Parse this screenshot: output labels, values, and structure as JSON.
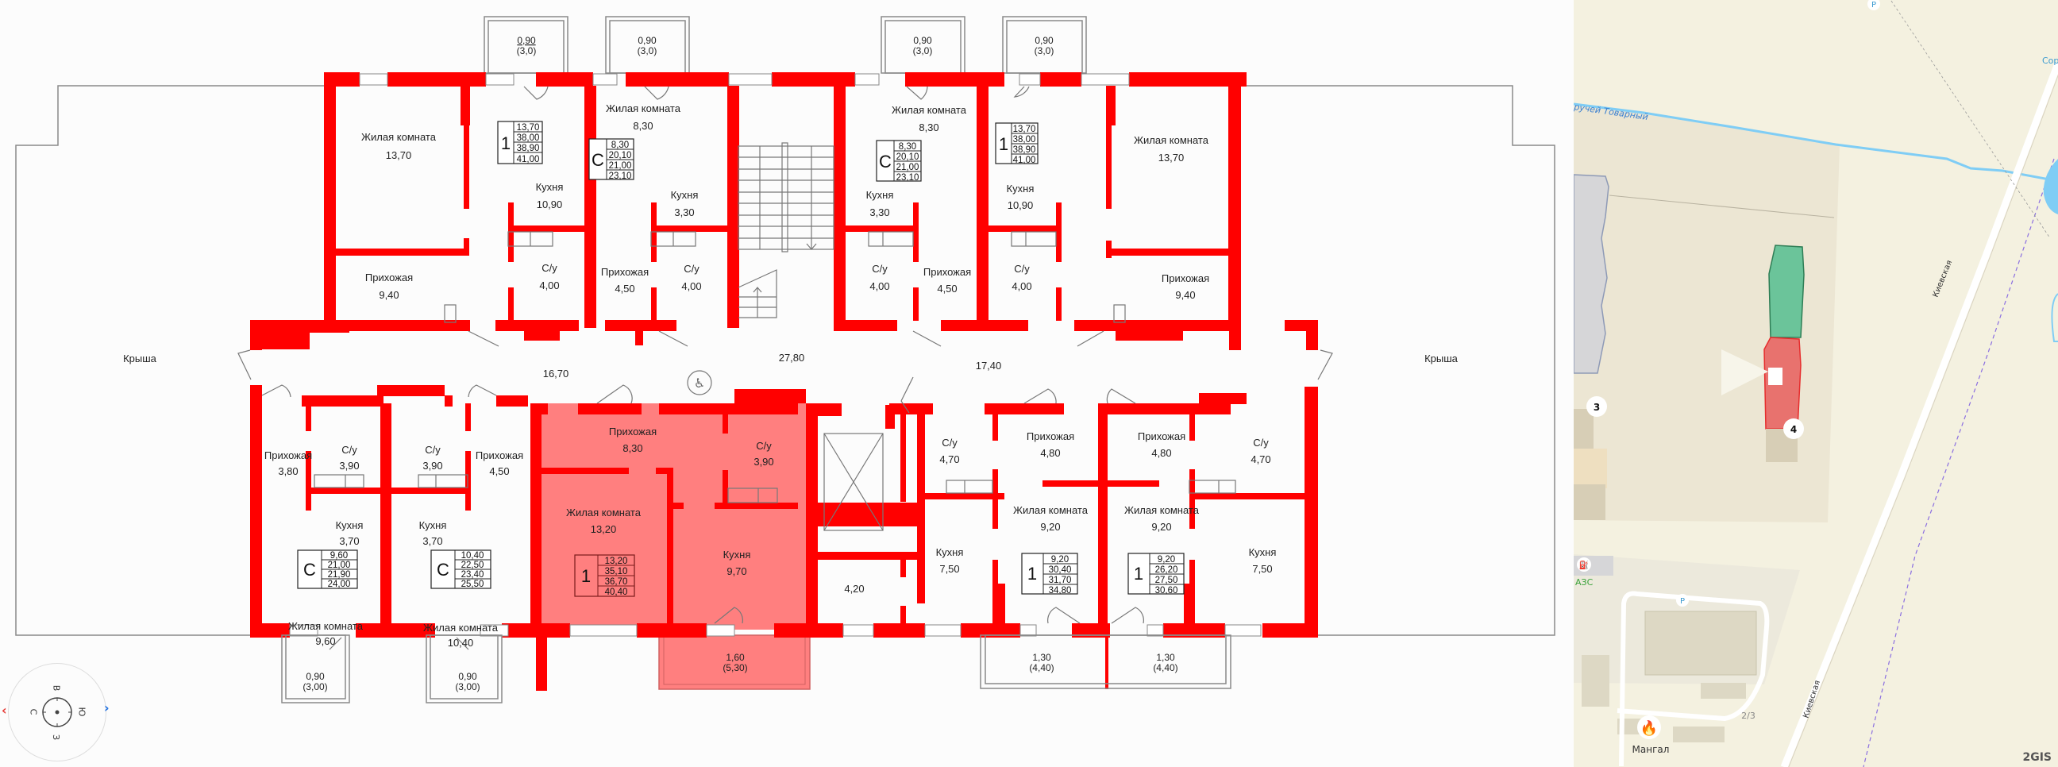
{
  "plan": {
    "roof_left": "Крыша",
    "roof_right": "Крыша",
    "corridors": {
      "left": "16,70",
      "center": "27,80",
      "right": "17,40",
      "lobby_small": "4,20"
    },
    "top_balconies": [
      {
        "area": "0,90",
        "total": "(3,0)"
      },
      {
        "area": "0,90",
        "total": "(3,0)"
      },
      {
        "area": "0,90",
        "total": "(3,0)"
      },
      {
        "area": "0,90",
        "total": "(3,0)"
      }
    ],
    "bottom_balconies": [
      {
        "area": "0,90",
        "total": "(3,00)"
      },
      {
        "area": "0,90",
        "total": "(3,00)"
      },
      {
        "area": "1,60",
        "total": "(5,30)"
      },
      {
        "area": "1,30",
        "total": "(4,40)"
      },
      {
        "area": "1,30",
        "total": "(4,40)"
      }
    ],
    "apartments": [
      {
        "id": "top-1-left",
        "type": "1",
        "areas": [
          "13,70",
          "38,00",
          "38,90",
          "41,00"
        ],
        "rooms": [
          {
            "name": "Жилая комната",
            "area": "13,70"
          },
          {
            "name": "Кухня",
            "area": "10,90"
          },
          {
            "name": "С/у",
            "area": "4,00"
          },
          {
            "name": "Прихожая",
            "area": "9,40"
          }
        ]
      },
      {
        "id": "top-studio-left",
        "type": "С",
        "areas": [
          "8,30",
          "20,10",
          "21,00",
          "23,10"
        ],
        "rooms": [
          {
            "name": "Жилая комната",
            "area": "8,30"
          },
          {
            "name": "Кухня",
            "area": "3,30"
          },
          {
            "name": "С/у",
            "area": "4,00"
          },
          {
            "name": "Прихожая",
            "area": "4,50"
          }
        ]
      },
      {
        "id": "top-studio-right",
        "type": "С",
        "areas": [
          "8,30",
          "20,10",
          "21,00",
          "23,10"
        ],
        "rooms": [
          {
            "name": "Жилая комната",
            "area": "8,30"
          },
          {
            "name": "Кухня",
            "area": "3,30"
          },
          {
            "name": "С/у",
            "area": "4,00"
          },
          {
            "name": "Прихожая",
            "area": "4,50"
          }
        ]
      },
      {
        "id": "top-1-right",
        "type": "1",
        "areas": [
          "13,70",
          "38,00",
          "38,90",
          "41,00"
        ],
        "rooms": [
          {
            "name": "Жилая комната",
            "area": "13,70"
          },
          {
            "name": "Кухня",
            "area": "10,90"
          },
          {
            "name": "С/у",
            "area": "4,00"
          },
          {
            "name": "Прихожая",
            "area": "9,40"
          }
        ]
      },
      {
        "id": "bottom-studio-1",
        "type": "С",
        "areas": [
          "9,60",
          "21,00",
          "21,90",
          "24,00"
        ],
        "rooms": [
          {
            "name": "Прихожая",
            "area": "3,80"
          },
          {
            "name": "С/у",
            "area": "3,90"
          },
          {
            "name": "Кухня",
            "area": "3,70"
          },
          {
            "name": "Жилая комната",
            "area": "9,60"
          }
        ]
      },
      {
        "id": "bottom-studio-2",
        "type": "С",
        "areas": [
          "10,40",
          "22,50",
          "23,40",
          "25,50"
        ],
        "rooms": [
          {
            "name": "С/у",
            "area": "3,90"
          },
          {
            "name": "Прихожая",
            "area": "4,50"
          },
          {
            "name": "Кухня",
            "area": "3,70"
          },
          {
            "name": "Жилая комната",
            "area": "10,40"
          }
        ]
      },
      {
        "id": "bottom-1-selected",
        "type": "1",
        "areas": [
          "13,20",
          "35,10",
          "36,70",
          "40,40"
        ],
        "selected": true,
        "rooms": [
          {
            "name": "Прихожая",
            "area": "8,30"
          },
          {
            "name": "С/у",
            "area": "3,90"
          },
          {
            "name": "Жилая комната",
            "area": "13,20"
          },
          {
            "name": "Кухня",
            "area": "9,70"
          }
        ]
      },
      {
        "id": "bottom-1-a",
        "type": "1",
        "areas": [
          "9,20",
          "30,40",
          "31,70",
          "34,80"
        ],
        "rooms": [
          {
            "name": "С/у",
            "area": "4,70"
          },
          {
            "name": "Прихожая",
            "area": "4,80"
          },
          {
            "name": "Жилая комната",
            "area": "9,20"
          },
          {
            "name": "Кухня",
            "area": "7,50"
          }
        ]
      },
      {
        "id": "bottom-1-b",
        "type": "1",
        "areas": [
          "9,20",
          "26,20",
          "27,50",
          "30,60"
        ],
        "rooms": [
          {
            "name": "Прихожая",
            "area": "4,80"
          },
          {
            "name": "С/у",
            "area": "4,70"
          },
          {
            "name": "Жилая комната",
            "area": "9,20"
          },
          {
            "name": "Кухня",
            "area": "7,50"
          }
        ]
      }
    ],
    "icons": {
      "accessibility": "wheelchair-icon"
    }
  },
  "compass": {
    "north": "С",
    "east": "В",
    "south": "Ю",
    "west": "З",
    "prev_arrow": "‹",
    "next_arrow": "›"
  },
  "map": {
    "stream_label": "ручей Товарный",
    "street_label_top": "Киевская",
    "street_label_bottom": "Киевская",
    "building_3": "3",
    "building_4": "4",
    "gas_station": "АЗС",
    "poi_mangal": "Мангал",
    "house_number": "2/3",
    "partial_label": "Сор",
    "parking": "P",
    "brand": "2GIS",
    "colors": {
      "selected_section": "#e8726e",
      "other_section": "#6bc49a",
      "water": "#7fcdf5",
      "background": "#f4f1e0"
    }
  },
  "colors": {
    "wall": "#ff0000",
    "highlight": "#ff7f7f",
    "background": "#fcfcfc"
  }
}
